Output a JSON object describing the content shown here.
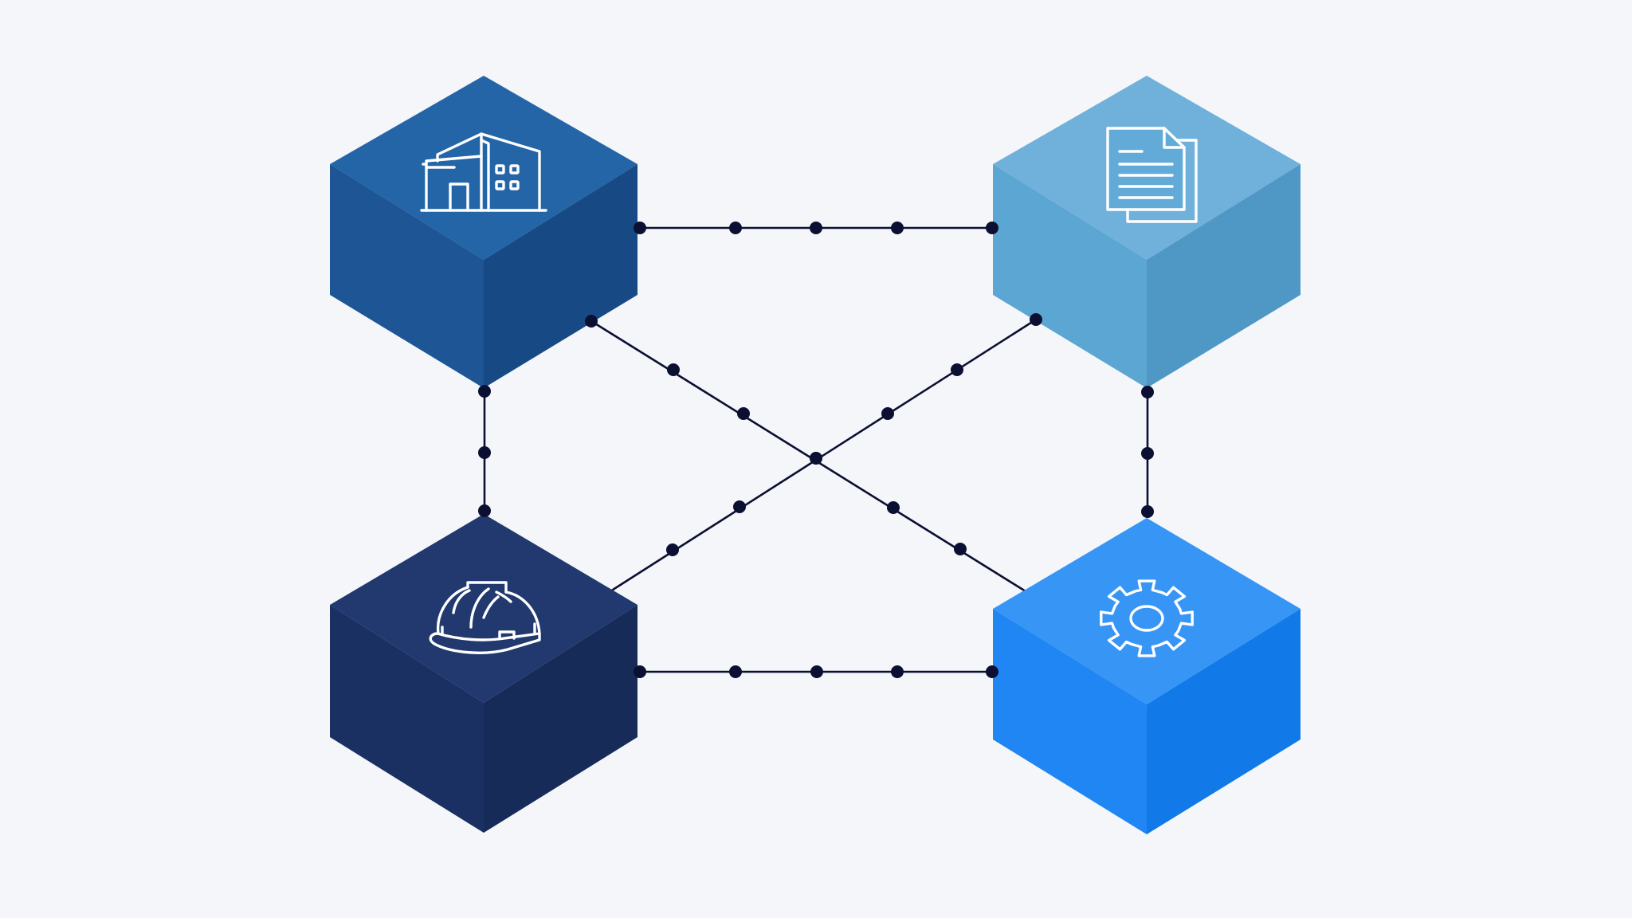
{
  "background": "#f4f6fa",
  "line_color": "#0b1033",
  "icon_color": "#ffffff",
  "nodes": [
    {
      "id": "top-left",
      "icon": "building-icon",
      "colors": {
        "top": "#2465a7",
        "left": "#1d5595",
        "right": "#174a85"
      }
    },
    {
      "id": "top-right",
      "icon": "document-icon",
      "colors": {
        "top": "#70b1dc",
        "left": "#5ba6d3",
        "right": "#4f98c6"
      }
    },
    {
      "id": "bottom-left",
      "icon": "hard-hat-icon",
      "colors": {
        "top": "#21396f",
        "left": "#1b3062",
        "right": "#172b58"
      }
    },
    {
      "id": "bottom-right",
      "icon": "gear-icon",
      "colors": {
        "top": "#3795f5",
        "left": "#1f86f4",
        "right": "#1179e8"
      }
    }
  ],
  "connections": [
    {
      "id": "top-link",
      "from": "top-left",
      "to": "top-right"
    },
    {
      "id": "bottom-link",
      "from": "bottom-left",
      "to": "bottom-right"
    },
    {
      "id": "left-link",
      "from": "top-left",
      "to": "bottom-left"
    },
    {
      "id": "right-link",
      "from": "top-right",
      "to": "bottom-right"
    },
    {
      "id": "diagonal-link-a",
      "from": "top-left",
      "to": "bottom-right"
    },
    {
      "id": "diagonal-link-b",
      "from": "top-right",
      "to": "bottom-left"
    }
  ]
}
